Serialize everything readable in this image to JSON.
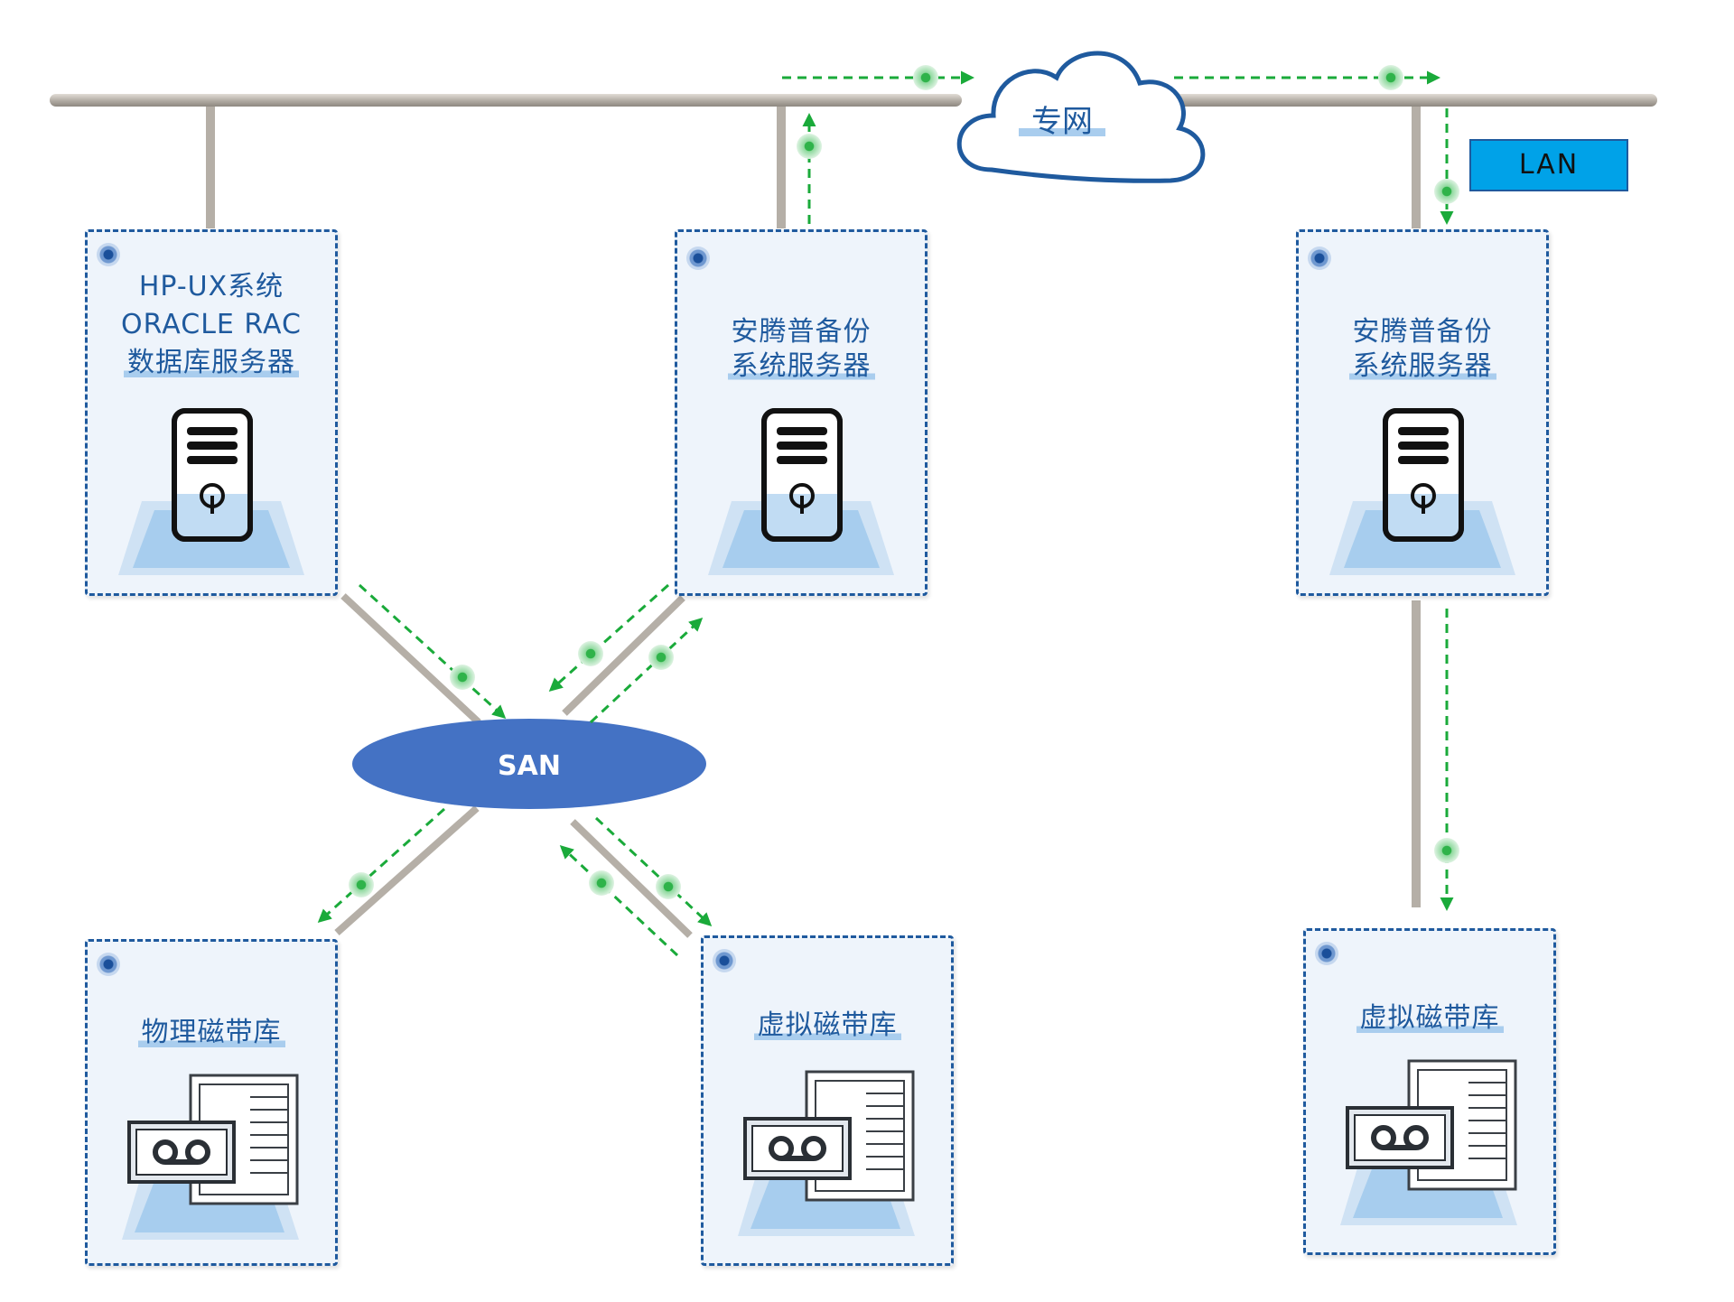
{
  "network": {
    "cloud_label": "专网",
    "lan_label": "LAN",
    "san_label": "SAN"
  },
  "nodes": {
    "db_server": {
      "lines": [
        "HP-UX系统",
        "ORACLE RAC",
        "数据库服务器"
      ]
    },
    "backup_server_1": {
      "lines": [
        "安腾普备份",
        "系统服务器"
      ]
    },
    "backup_server_2": {
      "lines": [
        "安腾普备份",
        "系统服务器"
      ]
    },
    "physical_tape": {
      "lines": [
        "物理磁带库"
      ]
    },
    "virtual_tape_1": {
      "lines": [
        "虚拟磁带库"
      ]
    },
    "virtual_tape_2": {
      "lines": [
        "虚拟磁带库"
      ]
    }
  },
  "colors": {
    "box_border": "#1f5a9e",
    "box_fill": "#eef4fb",
    "label_text": "#1f5a9e",
    "san_fill": "#4472c4",
    "flow_arrow": "#1aaa3a",
    "bus": "#b8b2aa",
    "lan_button": "#00a2e8"
  },
  "icons": [
    "server-icon",
    "tape-library-icon",
    "cloud-icon",
    "status-dot-icon"
  ]
}
